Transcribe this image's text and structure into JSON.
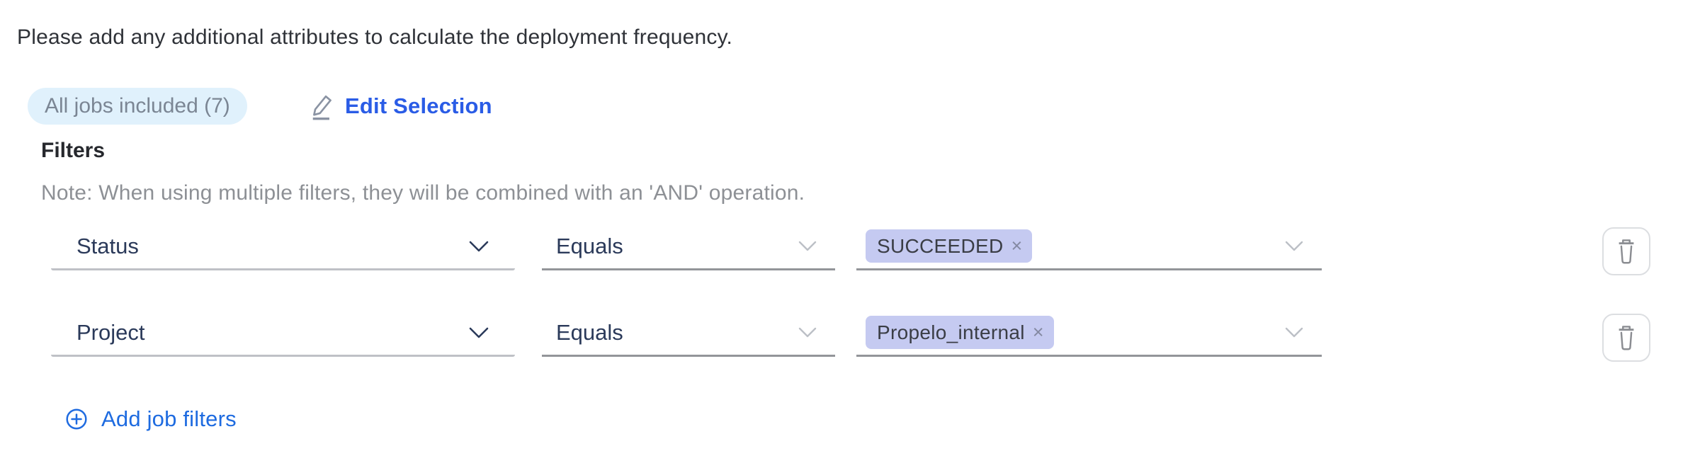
{
  "instruction": "Please add any additional attributes to calculate the deployment frequency.",
  "jobs_summary": {
    "badge_label": "All jobs included (7)",
    "edit_button_label": "Edit Selection"
  },
  "filters": {
    "heading": "Filters",
    "note": "Note: When using multiple filters, they will be combined with an 'AND' operation.",
    "rows": [
      {
        "attribute": "Status",
        "operator": "Equals",
        "values": [
          {
            "label": "SUCCEEDED",
            "remove_glyph": "×"
          }
        ]
      },
      {
        "attribute": "Project",
        "operator": "Equals",
        "values": [
          {
            "label": "Propelo_internal",
            "remove_glyph": "×"
          }
        ]
      }
    ],
    "add_button_label": "Add job filters"
  },
  "icons": {
    "edit": "pencil-icon",
    "add": "plus-circle-icon",
    "delete": "trash-icon",
    "dropdown": "chevron-down-icon",
    "remove_value": "close-icon"
  },
  "colors": {
    "link_blue": "#2a5ce6",
    "add_blue": "#1e6be0",
    "badge_background": "#e0f1fc",
    "badge_text": "#7b8694",
    "tag_background": "#c5caf1",
    "tag_text": "#3a3d45",
    "label_navy": "#2b3a5a",
    "note_gray": "#8d9095",
    "underline_gray": "#939599"
  }
}
